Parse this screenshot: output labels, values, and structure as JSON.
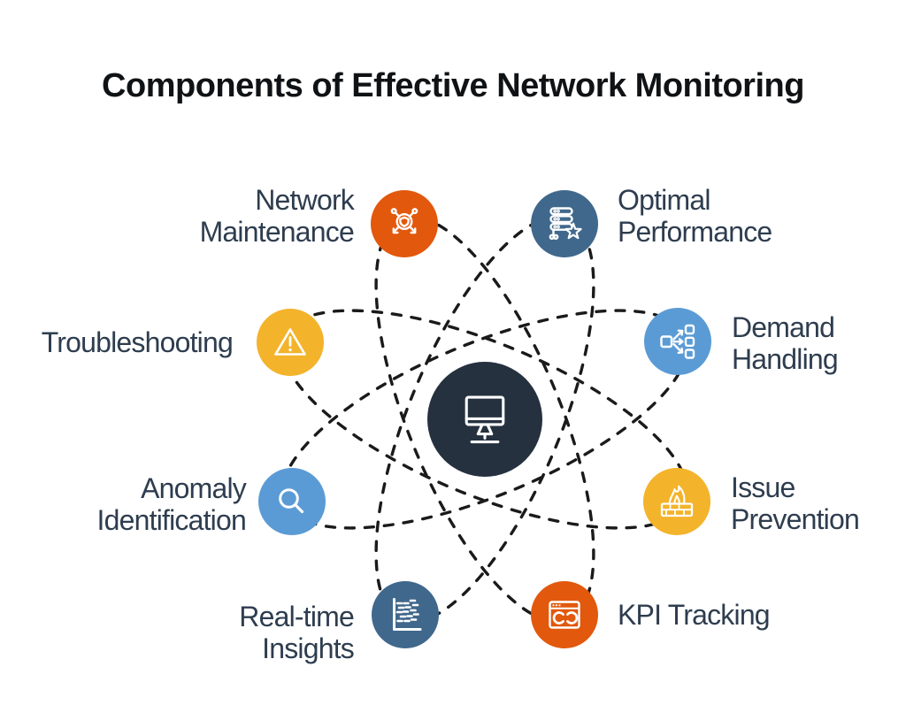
{
  "title": "Components of Effective Network Monitoring",
  "colors": {
    "background": "#FFFFFF",
    "title_text": "#101315",
    "label_text": "#2E3D4F",
    "orbit_stroke": "#1A1A1A",
    "orange": "#E2580D",
    "steel_blue": "#40688C",
    "golden_yellow": "#F3B32B",
    "light_blue": "#5B9BD5",
    "center_navy": "#25313F"
  },
  "center": {
    "icon": "monitor-icon",
    "color": "#25313F"
  },
  "nodes": [
    {
      "id": "network-maintenance",
      "lines": [
        "Network",
        "Maintenance"
      ],
      "icon": "network-protection-icon",
      "color": "#E2580D"
    },
    {
      "id": "optimal-performance",
      "lines": [
        "Optimal",
        "Performance"
      ],
      "icon": "server-star-icon",
      "color": "#40688C"
    },
    {
      "id": "troubleshooting",
      "lines": [
        "Troubleshooting"
      ],
      "icon": "warning-triangle-icon",
      "color": "#F3B32B"
    },
    {
      "id": "demand-handling",
      "lines": [
        "Demand",
        "Handling"
      ],
      "icon": "distribution-icon",
      "color": "#5B9BD5"
    },
    {
      "id": "anomaly-identification",
      "lines": [
        "Anomaly",
        "Identification"
      ],
      "icon": "magnifier-icon",
      "color": "#5B9BD5"
    },
    {
      "id": "issue-prevention",
      "lines": [
        "Issue",
        "Prevention"
      ],
      "icon": "firewall-icon",
      "color": "#F3B32B"
    },
    {
      "id": "realtime-insights",
      "lines": [
        "Real-time",
        "Insights"
      ],
      "icon": "scatter-chart-icon",
      "color": "#40688C"
    },
    {
      "id": "kpi-tracking",
      "lines": [
        "KPI Tracking"
      ],
      "icon": "kpi-browser-icon",
      "color": "#E2580D"
    }
  ]
}
